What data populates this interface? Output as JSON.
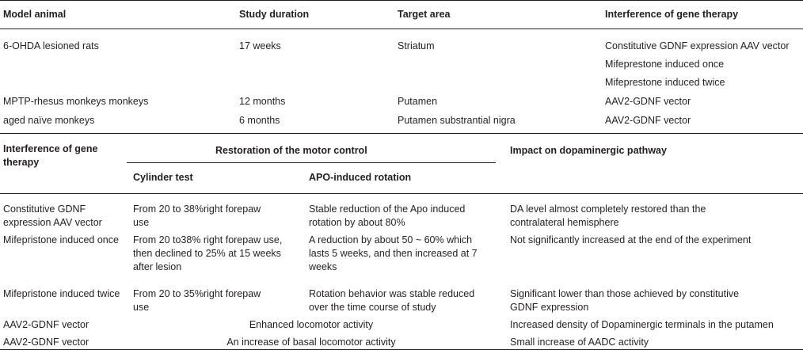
{
  "table1": {
    "headers": [
      "Model animal",
      "Study duration",
      "Target area",
      "Interference of gene therapy"
    ],
    "rows": [
      [
        "6-OHDA lesioned rats",
        "17 weeks",
        "Striatum",
        "Constitutive GDNF expression AAV vector"
      ],
      [
        "",
        "",
        "",
        "Mifeprestone induced once"
      ],
      [
        "",
        "",
        "",
        "Mifeprestone induced twice"
      ],
      [
        "MPTP-rhesus monkeys monkeys",
        "12 months",
        "Putamen",
        "AAV2-GDNF vector"
      ],
      [
        "aged naïve monkeys",
        "6 months",
        "Putamen substrantial nigra",
        "AAV2-GDNF vector"
      ]
    ]
  },
  "table2": {
    "header_col1": "Interference of gene therapy",
    "header_group": "Restoration of the motor control",
    "header_cylinder": "Cylinder test",
    "header_apo": "APO-induced rotation",
    "header_impact": "Impact on dopaminergic pathway",
    "rows": [
      [
        "Constitutive GDNF expression AAV vector",
        "From 20 to 38%right forepaw use",
        "Stable reduction of the Apo induced rotation by about 80%",
        "DA level almost completely restored than the contralateral hemisphere"
      ],
      [
        "Mifepristone induced once",
        "From 20 to38% right forepaw use, then declined to 25% at 15 weeks after lesion",
        "A reduction by about 50 ~ 60% which lasts 5 weeks, and then increased at 7 weeks",
        "Not significantly increased at the end of the experiment"
      ],
      [
        "Mifepristone induced twice",
        "From 20 to 35%right forepaw use",
        "Rotation behavior was stable reduced over the time course of study",
        "Significant lower than those achieved by constitutive GDNF expression"
      ]
    ],
    "merged_rows": [
      [
        "AAV2-GDNF vector",
        "Enhanced locomotor activity",
        "Increased density of Dopaminergic terminals in the putamen"
      ],
      [
        "AAV2-GDNF vector",
        "An increase of basal locomotor activity",
        "Small increase of AADC activity"
      ]
    ]
  }
}
